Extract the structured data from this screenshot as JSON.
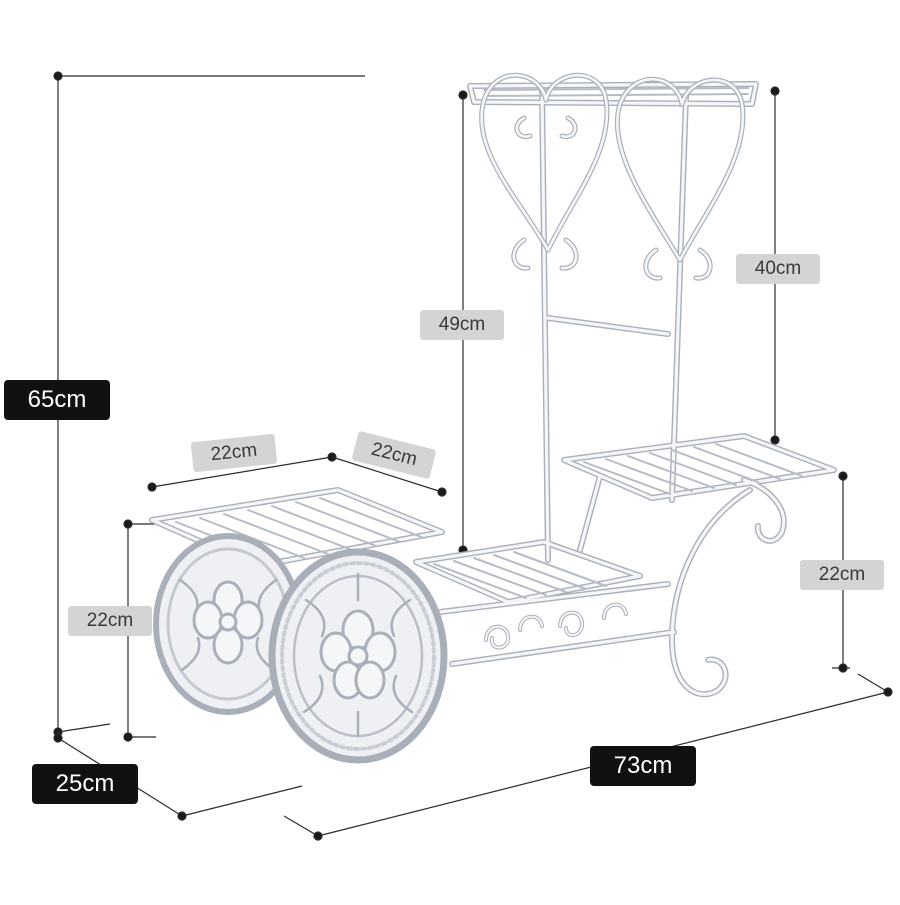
{
  "product": {
    "name": "white-metal-plant-stand-cart",
    "colors": {
      "metal": "#f4f5f7",
      "metal_shadow": "#aab0ba",
      "dim_line": "#2b2b2b"
    }
  },
  "dimensions": {
    "total_height": "65cm",
    "depth": "25cm",
    "total_width": "73cm",
    "front_shelf_width": "22cm",
    "front_shelf_depth": "22cm",
    "front_shelf_height": "22cm",
    "middle_height": "49cm",
    "top_to_side_shelf": "40cm",
    "side_shelf_height": "22cm"
  }
}
